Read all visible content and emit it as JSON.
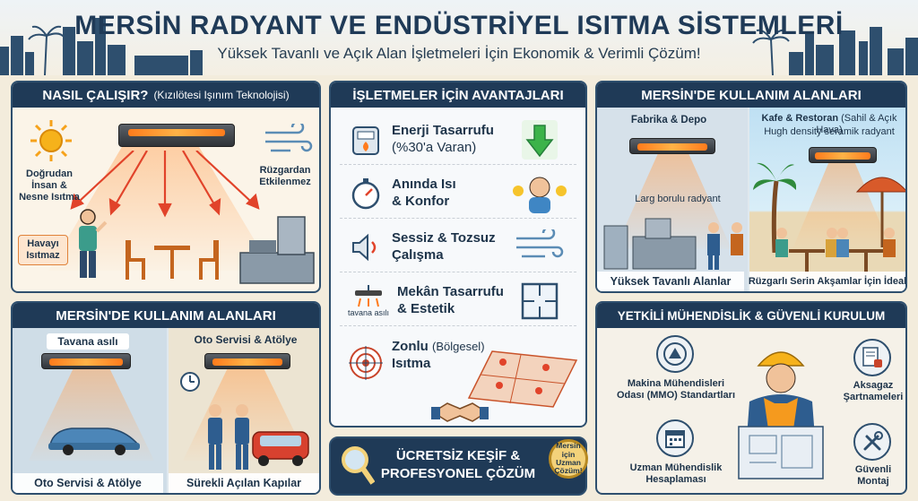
{
  "header": {
    "title": "MERSİN RADYANT VE ENDÜSTRİYEL ISITMA SİSTEMLERİ",
    "subtitle": "Yüksek Tavanlı ve Açık Alan İşletmeleri İçin Ekonomik & Verimli Çözüm!"
  },
  "how": {
    "title": "NASIL ÇALIŞIR?",
    "title_note": "(Kızılötesi Işınım Teknolojisi)",
    "direct_label": "Doğrudan İnsan & Nesne Isıtma",
    "wind_label": "Rüzgardan Etkilenmez",
    "air_label": "Havayı Isıtmaz"
  },
  "areas_left": {
    "title": "MERSİN'DE KULLANIM ALANLARI",
    "ceiling_label": "Tavana asılı",
    "service_label": "Oto Servisi & Atölye",
    "band_left": "Oto Servisi & Atölye",
    "band_right": "Sürekli Açılan Kapılar"
  },
  "advantages": {
    "title": "İŞLETMELER İÇİN AVANTAJLARI",
    "items": [
      {
        "line1": "Enerji Tasarrufu",
        "line2": "(%30'a Varan)"
      },
      {
        "line1": "Anında Isı",
        "line2": "& Konfor"
      },
      {
        "line1": "Sessiz & Tozsuz",
        "line2": "Çalışma"
      },
      {
        "line1": "Mekân Tasarrufu",
        "line2": "& Estetik",
        "note": "tavana asılı"
      },
      {
        "line1": "Zonlu",
        "line1_note": "(Bölgesel)",
        "line2": "Isıtma"
      }
    ],
    "cta_line1": "ÜCRETSİZ KEŞİF &",
    "cta_line2": "PROFESYONEL ÇÖZÜM",
    "badge": "Mersin için Uzman Çözüm!"
  },
  "areas_right": {
    "title": "MERSİN'DE KULLANIM ALANLARI",
    "factory_label": "Fabrika & Depo",
    "factory_note": "Larg borulu radyant",
    "factory_band": "Yüksek Tavanlı Alanlar",
    "cafe_label": "Kafe & Restoran",
    "cafe_note": "(Sahil & Açık Hava)",
    "cafe_sub": "Hugh density seramik radyant",
    "cafe_band": "Rüzgarlı Serin Akşamlar İçin İdeal"
  },
  "engineering": {
    "title": "YETKİLİ MÜHENDİSLİK & GÜVENLİ KURULUM",
    "items": [
      "Makina Mühendisleri Odası (MMO) Standartları",
      "Uzman Mühendislik Hesaplaması",
      "Aksagaz Şartnameleri",
      "Güvenli Montaj"
    ]
  },
  "colors": {
    "navy": "#1f3a57",
    "orange": "#ff7b1c",
    "cream": "#f3ecdc"
  }
}
